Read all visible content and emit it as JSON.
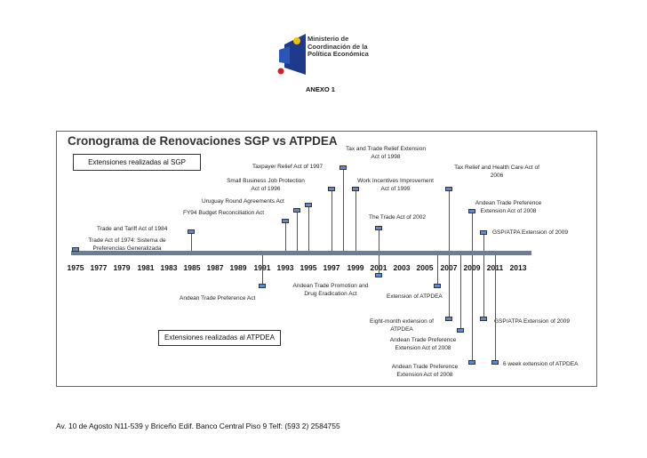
{
  "header": {
    "logo_line1": "Ministerio de",
    "logo_line2": "Coordinación de la",
    "logo_line3": "Política Económica",
    "annex": "ANEXO 1"
  },
  "chart": {
    "title": "Cronograma de Renovaciones SGP vs ATPDEA",
    "legend_sgp": "Extensiones realizadas al SGP",
    "legend_atpdea": "Extensiones realizadas al ATPDEA",
    "years": [
      "1975",
      "1977",
      "1979",
      "1981",
      "1983",
      "1985",
      "1987",
      "1989",
      "1991",
      "1993",
      "1995",
      "1997",
      "1999",
      "2001",
      "2003",
      "2005",
      "2007",
      "2009",
      "2011",
      "2013"
    ],
    "sgp_events": [
      {
        "l1": "Trade Act of 1974: Sistema de",
        "l2": "Preferencias Generalizada"
      },
      {
        "l1": "Trade and Tariff Act of 1984"
      },
      {
        "l1": "FY94 Budget Reconciliation Act"
      },
      {
        "l1": "Uruguay Round Agreements Act"
      },
      {
        "l1": "Small Business Job Protection",
        "l2": "Act of 1996"
      },
      {
        "l1": "Taxpayer Relief Act of 1997"
      },
      {
        "l1": "Tax and Trade Relief Extension",
        "l2": "Act of 1998"
      },
      {
        "l1": "Work Incentives Improvement",
        "l2": "Act of 1999"
      },
      {
        "l1": "The Trade Act of 2002"
      },
      {
        "l1": "Tax Relief and Health Care Act of",
        "l2": "2006"
      },
      {
        "l1": "Andean Trade Preference",
        "l2": "Extension Act of 2008"
      },
      {
        "l1": "GSP/ATPA Extension of 2009"
      }
    ],
    "atpdea_events": [
      {
        "l1": "Andean Trade Preference Act"
      },
      {
        "l1": "Andean Trade Promotion and",
        "l2": "Drug Eradication Act"
      },
      {
        "l1": "Extension of ATPDEA"
      },
      {
        "l1": "Eight-month extension of",
        "l2": "ATPDEA"
      },
      {
        "l1": "Andean Trade Preference",
        "l2": "Extension Act of 2008"
      },
      {
        "l1": "GSP/ATPA Extension of 2009"
      },
      {
        "l1": "Andean Trade Preference",
        "l2": "Extension Act of 2008"
      },
      {
        "l1": "6 week extension of ATPDEA"
      }
    ]
  },
  "footer": {
    "address": "Av. 10 de Agosto N11-539 y Briceño Edif. Banco Central Piso 9 Telf: (593 2) 2584755"
  },
  "colors": {
    "axis": "#6e7e92",
    "marker": "#5b8ad8",
    "logo_blue": "#1e3a8a",
    "logo_red": "#d21f26",
    "logo_yellow": "#f2c200"
  }
}
